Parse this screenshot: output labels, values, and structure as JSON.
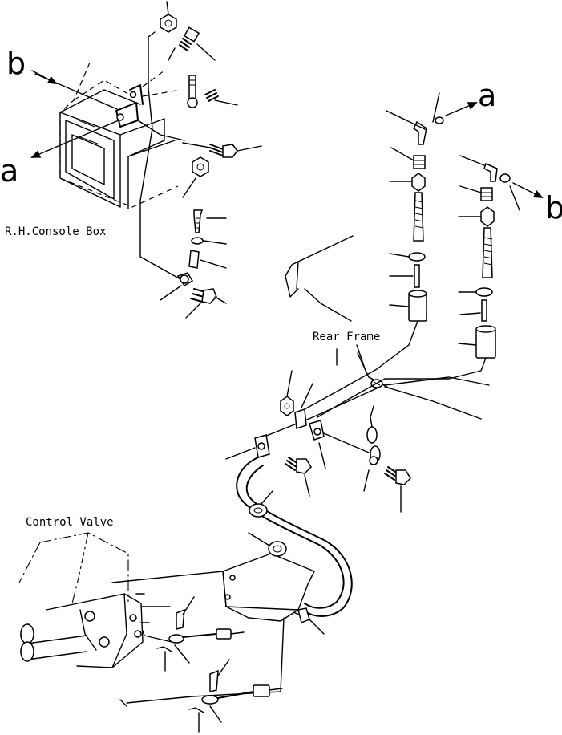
{
  "labels": {
    "console_box": "R.H.Console Box",
    "rear_frame": "Rear Frame",
    "control_valve": "Control Valve"
  },
  "callouts": {
    "b_top_left": "b",
    "a_left": "a",
    "a_top_right": "a",
    "b_right": "b"
  }
}
